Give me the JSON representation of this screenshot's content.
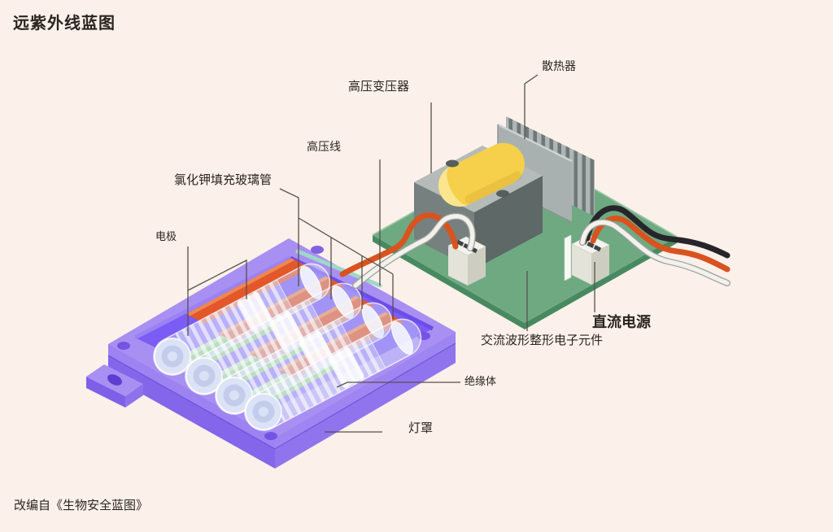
{
  "title": "远紫外线蓝图",
  "caption": "改编自《生物安全蓝图》",
  "labels": {
    "heatsink": "散热器",
    "transformer": "高压变压器",
    "hv_wire": "高压线",
    "glass_tube": "氯化钾填充玻璃管",
    "electrode": "电极",
    "dc_power": "直流电源",
    "ac_shaping": "交流波形整形电子元件",
    "insulator": "绝缘体",
    "lamp_cover": "灯罩"
  },
  "colors": {
    "background": "#FCF0EA",
    "text": "#2A2420",
    "pcb_green": "#6FA982",
    "pcb_edge_green": "#478A61",
    "housing_purple": "#A88FF2",
    "housing_side_purple": "#8366EA",
    "recess_purple": "#7B5CF4",
    "coil_yellow": "#F6D04A",
    "metal_gray": "#A9B1B0",
    "fin_dark_gray": "#6E7877",
    "wire_red": "#D9531F",
    "wire_black": "#26262A",
    "wire_white": "#F2F0EA",
    "tube_orange": "#E2582B",
    "pad_green": "#82CF66",
    "glass_teal": "#9FD7C9",
    "leader_line": "#57514B"
  }
}
